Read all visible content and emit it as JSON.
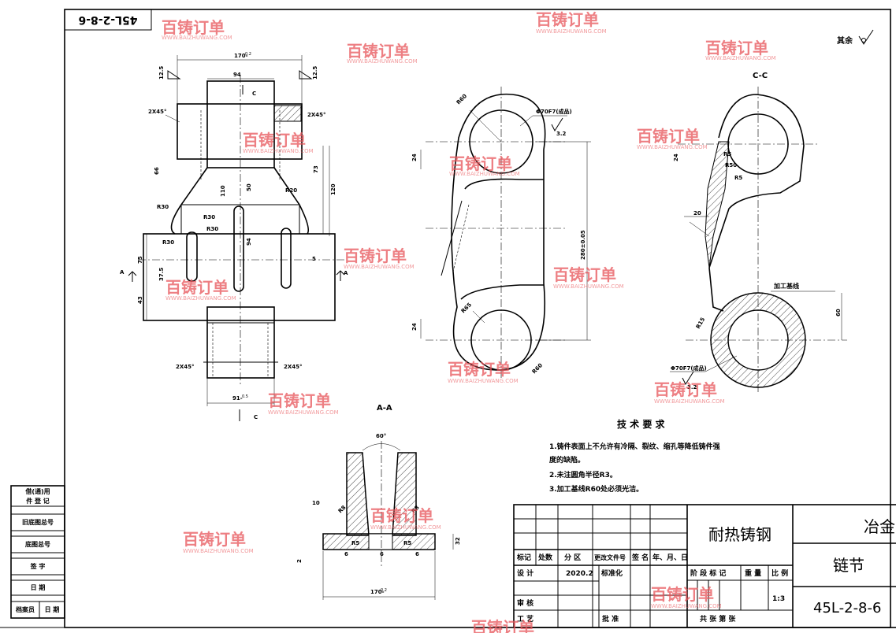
{
  "drawing_number_rotated": "45L-2-8-6",
  "roughness_note": "其余",
  "watermark": {
    "text": "百铸订单",
    "url": "WWW.BAIZHUWANG.COM"
  },
  "views": {
    "section_cc": "C-C",
    "section_aa": "A-A",
    "section_mark": "C",
    "section_arrow": "A"
  },
  "dims": {
    "top_width": "170-",
    "top_width_tol": "0.2",
    "inner_width": "94",
    "bottom_width": "91-",
    "bottom_width_tol": "0.5",
    "aa_width": "170-",
    "aa_tol": "0.2",
    "chamfer": "2X45°",
    "r30": "R30",
    "r20": "R20",
    "r60": "R60",
    "r65": "R65",
    "r50": "R50",
    "r15": "R15",
    "r5": "R5",
    "r8": "R8",
    "d70": "Φ70F7(成品)",
    "ra": "3.2",
    "center": "280±0.05",
    "h24": "24",
    "h20": "20",
    "h60": "60",
    "h75": "75",
    "h37": "37.5",
    "h43": "43",
    "h110": "110",
    "h73": "73",
    "h120": "120",
    "h50": "50",
    "h94": "94",
    "h6": "6",
    "h12": "12.5",
    "h10": "10",
    "h32": "32",
    "h2": "2",
    "angle": "60°",
    "h5": "5",
    "h66": "66",
    "machined_line": "加工基线"
  },
  "tech_requirements": {
    "title": "技 术 要 求",
    "items": [
      "1.铸件表面上不允许有冷隔、裂纹、缩孔等降低铸件强",
      "度的缺陷。",
      "2.未注圆角半径R3。",
      "3.加工基线R60处必须光洁。"
    ]
  },
  "side_table": {
    "rows": [
      "借(通)用",
      "件 登 记",
      "旧底图总号",
      "底图总号",
      "签 字",
      "日 期",
      "档案员",
      "日 期"
    ]
  },
  "title_block": {
    "material": "耐热铸钢",
    "industry": "冶金",
    "part_name": "链节",
    "part_number": "45L-2-8-6",
    "headers": [
      "标记",
      "处数",
      "分 区",
      "更改文件号",
      "签 名",
      "年、月、日"
    ],
    "design": "设 计",
    "date": "2020.2",
    "standard": "标准化",
    "stage": "阶 段 标 记",
    "weight": "重 量",
    "scale_label": "比 例",
    "scale": "1:3",
    "review": "审 核",
    "process": "工 艺",
    "approve": "批 准",
    "sheets": "共 张 第 张"
  }
}
